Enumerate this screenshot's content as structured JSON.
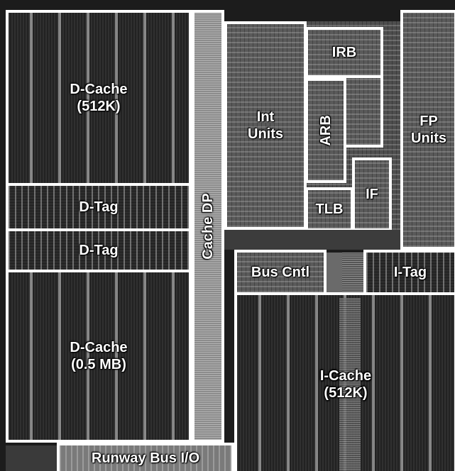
{
  "colors": {
    "outline": "#ffffff",
    "label": "#ffffff",
    "background": "#1c1c1c"
  },
  "blocks": {
    "d_cache_top": "D-Cache\n(512K)",
    "d_tag_1": "D-Tag",
    "d_tag_2": "D-Tag",
    "d_cache_bottom": "D-Cache\n(0.5 MB)",
    "cache_dp": "Cache DP",
    "runway_bus_io": "Runway Bus I/O",
    "int_units": "Int\nUnits",
    "irb": "IRB",
    "arb": "ARB",
    "tlb": "TLB",
    "if": "IF",
    "fp_units": "FP\nUnits",
    "bus_cntl": "Bus Cntl",
    "i_tag": "I-Tag",
    "i_cache": "I-Cache\n(512K)"
  }
}
